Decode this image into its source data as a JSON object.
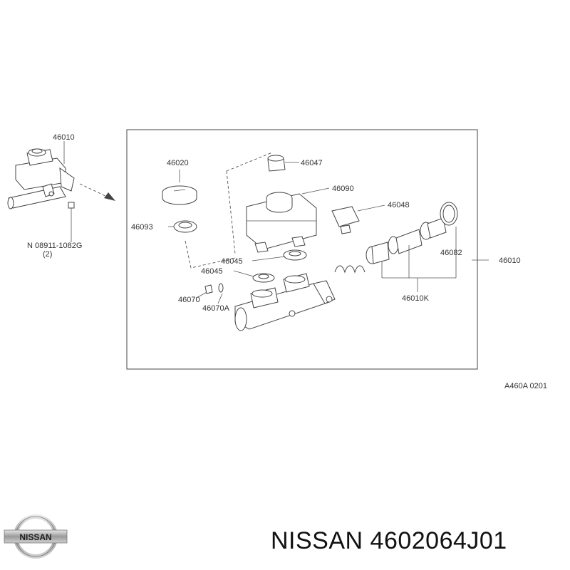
{
  "labels": {
    "assembly_top": "46010",
    "bolt_ref": "N 08911-1082G",
    "bolt_qty": "(2)",
    "p46020": "46020",
    "p46047": "46047",
    "p46090": "46090",
    "p46048": "46048",
    "p46093": "46093",
    "p46045a": "46045",
    "p46045b": "46045",
    "p46070": "46070",
    "p46070a": "46070A",
    "p46082": "46082",
    "p46010": "46010",
    "p46010k": "46010K",
    "figure_code": "A460A 0201"
  },
  "logo": {
    "text": "NISSAN"
  },
  "caption": {
    "brand_part": "NISSAN 4602064J01"
  }
}
